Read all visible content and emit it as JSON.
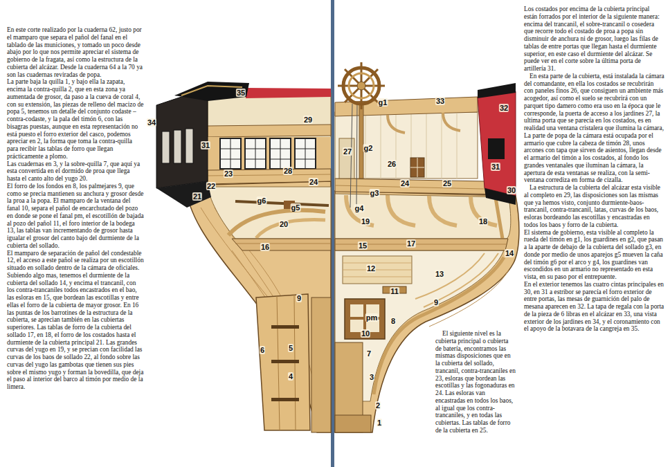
{
  "diagram": {
    "labels": [
      "En este corte realizado por la cuaderna 62, justo por el mamparo que separa el pañol del fanal en el tablado de las municiones, y tomado un poco desde abajo por lo que nos permite apreciar el sistema de gobierno de la fragata, así como la estructura de la cubierta del alcázar. Desde la cuaderna 64 a la 70 ya son las cuadernas reviradas de popa.",
      "La parte baja la quilla 1, y bajo ella la zapata, encima la contra-quilla 2, que en esta zona ya aumentada de grosor, da paso a la cueva de coral 4, con su extensión, las piezas de relleno del macizo de popa 5, tenemos un detalle del conjunto codaste – contra-codaste, y la pala del timón 6, con las bisagras puestas, aunque en esta representación no está puesto el forro exterior del casco, podemos apreciar en 2, la forma que toma la contra-quilla para recibir las tablas de forro que llegan prácticamente a plomo.",
      "Las cuadernas en 3, y la sobre-quilla 7, que aquí ya esta convertida en el dormido de proa que llega hasta el canto alto del yugo 20.",
      "El forro de los fondos en 8, los palmejares 9, que como se precia mantienen su anchura y grosor desde la proa a la popa. El mamparo de la ventana del fanal 10, separa el pañol de encarchutado del pozo en donde se pone el fanal pm, el escotillón de bajada al pozo del pañol 11, el foro interior de la bodega 13, las tablas van incrementando de grosor hasta igualar el grosor del canto bajo del durmiente de la cubierta del sollado.",
      "El mamparo de separación de pañol del condestable 12, el acceso a este pañol se realiza por un escotillón situado en sollado dentro de la cámara de oficiales.",
      "Subiendo algo mas, tenemos el durmiente de la cubierta del sollado 14, y encima el trancanil, con los contra-trancaniles todos encastrados en el bao, las esloras en 15, que bordean las escotillas y entre ellas el forro de la cubierta de mayor grosor. En 16 las puntas de los barrotines de la estructura de la cubierta, se aprecian también en las cubiertas superiores. Las tablas de forro de la cubierta del sollado 17, en 18, el forro de los costados hasta el durmiente de la cubierta principal 21. Las grandes curvas del yugo en 19, y se precian con facilidad las curvas de los baos de sollado 22, al fondo sobre las curvas del yugo las gambotas que tienen sus pies sobre el mismo yugo y forman la bovedilla, que deja el paso al interior del barco al timón por medio de la limera.",
      "35",
      "34",
      "29",
      "31",
      "23",
      "28",
      "22",
      "21",
      "24",
      "g6",
      "g5",
      "20",
      "16",
      "9",
      "5",
      "6",
      "4",
      "g1",
      "33",
      "32",
      "27",
      "g2",
      "26",
      "31",
      "24",
      "25",
      "30",
      "g3",
      "g4",
      "19",
      "18",
      "14",
      "15",
      "17",
      "12",
      "13",
      "11",
      "9",
      "8",
      "pm",
      "10",
      "7",
      "3",
      "2",
      "1",
      "El siguiente nivel es la cubierta principal o cubierta de batería, encontramos las mismas disposiciones que en la cubierta del sollado, trancanil, contra-trancaniles en 23, esloras que bordean las escotillas y las fogonaduras en 24. Las esloras van encastradas en todos los baos, al igual que los contra-trancaniles, y en todas las cubiertas. Las tablas de forro de la cubierta en 25.",
      "Los costados por encima de la cubierta principal están forrados por el interior de la siguiente manera: encima del trancanil, el sobre-trancanil o cosedera que recorre todo el costado de proa a popa sin disminuir de anchura ni de grosor, luego las filas de tablas de entre portas que llegan hasta el durmiente superior, en este caso el durmiente del alcázar. Se puede ver en el corte sobre la última porta de artillería 31.",
      "En esta parte de la cubierta, está instalada la cámara del comandante, en ella los costados se recubrirán con paneles finos 26, que consiguen un ambiente más acogedor, así como el suelo se recubrirá con un parquet tipo damero como era uso en la época que le corresponde, la puerta de acceso a los jardines 27, la ultima porta que se parecía en los costados, es en realidad una ventana cristalera que ilumina la cámara, La parte de popa de la cámara está ocupada por el armario que cubre la cabeza de timón 28, unos arcones con tapa que sirven de asientos, llegan desde el armario del timón a los costados, al fondo los grandes ventanales que iluminan la cámara, la apertura de esta ventanas se realiza, con la semi-ventana corrediza en forma de cizalla.",
      "La estructura de la cubierta del alcázar esta visible al completo en 29, las disposiciones son las mismas que ya hemos visto, conjunto durmiente-baos- trancanil, contra-trancanil, latas, curvas de los baos, esloras bordeando las escotillas y encastradas en todos los baos y forro de la cubierta.",
      "El sistema de gobierno, esta visible al completo la rueda del timón en g1, los guardines en g2, que pasan a la aparte de debajo de la cubierta del sollado g3, en donde por medio de unos aparejos g5 mueven la caña del timón g6 por el arco y g4, los guardines van escondidos en un armario no representado en esta vista, en su paso por el entrepuente.",
      "En el exterior tenemos las cuatro cintas principales en 30, en 31 a estribor se parecía el forro exterior de entre portas, las mesas de guarnición del palo de mesana aparecen en 32. La tapa de regala con la porta de la pieza de 6 libras en el alcázar en 33, una vista exterior de los jardines en 34, y el coronamiento con el apoyo de la botavara de la cangreja en 35."
    ]
  }
}
